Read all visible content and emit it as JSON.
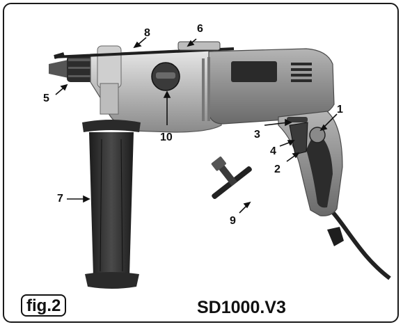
{
  "figure_label": "fig.2",
  "model_label": "SD1000.V3",
  "callouts": [
    "1",
    "2",
    "3",
    "4",
    "5",
    "6",
    "7",
    "8",
    "9",
    "10"
  ],
  "colors": {
    "frame": "#1a1a1a",
    "body_grey": "#9a9a9a",
    "dark_grip": "#2a2a2a",
    "metal": "#c8c8c8"
  }
}
